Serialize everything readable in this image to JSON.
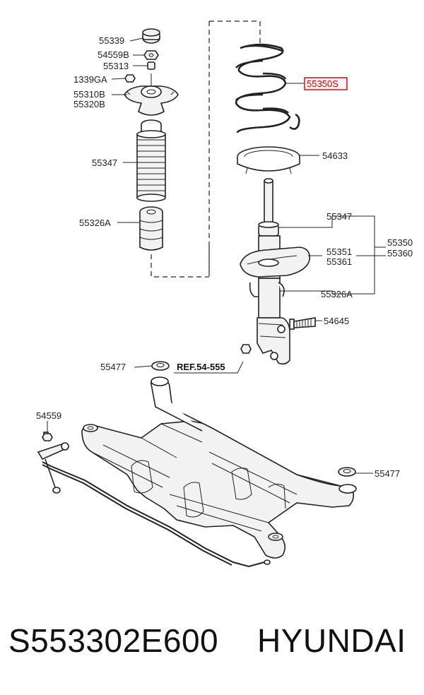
{
  "diagram": {
    "labels": {
      "l55339": "55339",
      "l54559b": "54559B",
      "l55313": "55313",
      "l1339ga": "1339GA",
      "l55310b": "55310B",
      "l55320b": "55320B",
      "l55347a": "55347",
      "l55326a_a": "55326A",
      "l55350s": "55350S",
      "l54633": "54633",
      "l55347b": "55347",
      "l55350": "55350",
      "l55360": "55360",
      "l55351": "55351",
      "l55361": "55361",
      "l55326a_b": "55326A",
      "l54645": "54645",
      "l55477a": "55477",
      "ref": "REF.54-555",
      "l54559": "54559",
      "l55477b": "55477"
    },
    "highlight_color": "#cc0000"
  },
  "footer": {
    "part_number": "S553302E600",
    "brand": "HYUNDAI"
  }
}
